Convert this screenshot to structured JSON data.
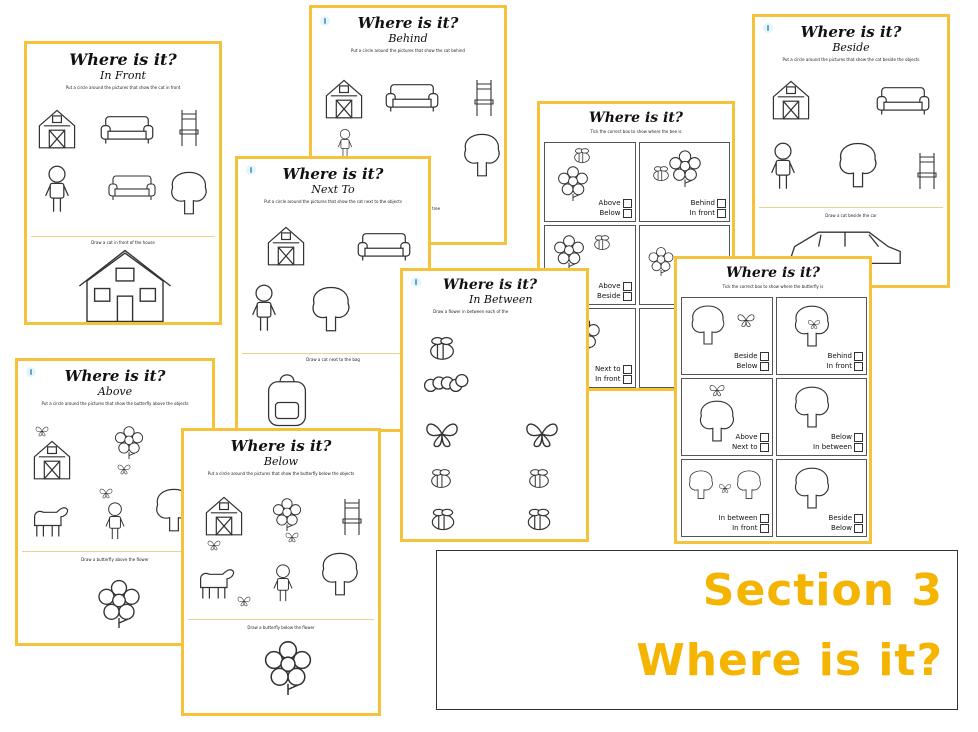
{
  "sheets": {
    "in_front": {
      "title": "Where is it?",
      "subtitle": "In Front",
      "instruction": "Put a circle around the pictures that show the cat in front",
      "task": "Draw a cat in front of the house"
    },
    "behind": {
      "title": "Where is it?",
      "subtitle": "Behind",
      "instruction": "Put a circle around the pictures that show the cat behind",
      "task": "tree"
    },
    "next_to": {
      "title": "Where is it?",
      "subtitle": "Next To",
      "instruction": "Put a circle around the pictures that show the cat next to the objects",
      "task": "Draw a cat next to the bag"
    },
    "in_between": {
      "title": "Where is it?",
      "subtitle": "In Between",
      "instruction": "Draw a flower in between each of the"
    },
    "bee_boxes": {
      "title": "Where is it?",
      "instruction": "Tick the correct box to show where the bee is",
      "cells": [
        [
          "Above",
          "Below"
        ],
        [
          "Behind",
          "In front"
        ],
        [
          "Above",
          "Beside"
        ],
        [
          "",
          ""
        ],
        [
          "Next to",
          "In front"
        ],
        [
          "",
          ""
        ]
      ]
    },
    "beside": {
      "title": "Where is it?",
      "subtitle": "Beside",
      "instruction": "Put a circle around the pictures that show the cat beside the objects",
      "task": "Draw a cat beside the car"
    },
    "butterfly_boxes": {
      "title": "Where is it?",
      "instruction": "Tick the correct box to show where the butterfly is",
      "cells": [
        [
          "Beside",
          "Below"
        ],
        [
          "Behind",
          "In front"
        ],
        [
          "Above",
          "Next to"
        ],
        [
          "Below",
          "In between"
        ],
        [
          "In between",
          "In front"
        ],
        [
          "Beside",
          "Below"
        ]
      ]
    },
    "above": {
      "title": "Where is it?",
      "subtitle": "Above",
      "instruction": "Put a circle around the pictures that show the butterfly above the objects",
      "task": "Draw a butterfly above the flower"
    },
    "below": {
      "title": "Where is it?",
      "subtitle": "Below",
      "instruction": "Put a circle around the pictures that show the butterfly below the objects",
      "task": "Draw a butterfly below the flower"
    }
  },
  "section": {
    "line1": "Section 3",
    "line2": "Where is it?"
  },
  "colors": {
    "accent": "#f5b400",
    "sheet_border": "#f5c33b"
  }
}
